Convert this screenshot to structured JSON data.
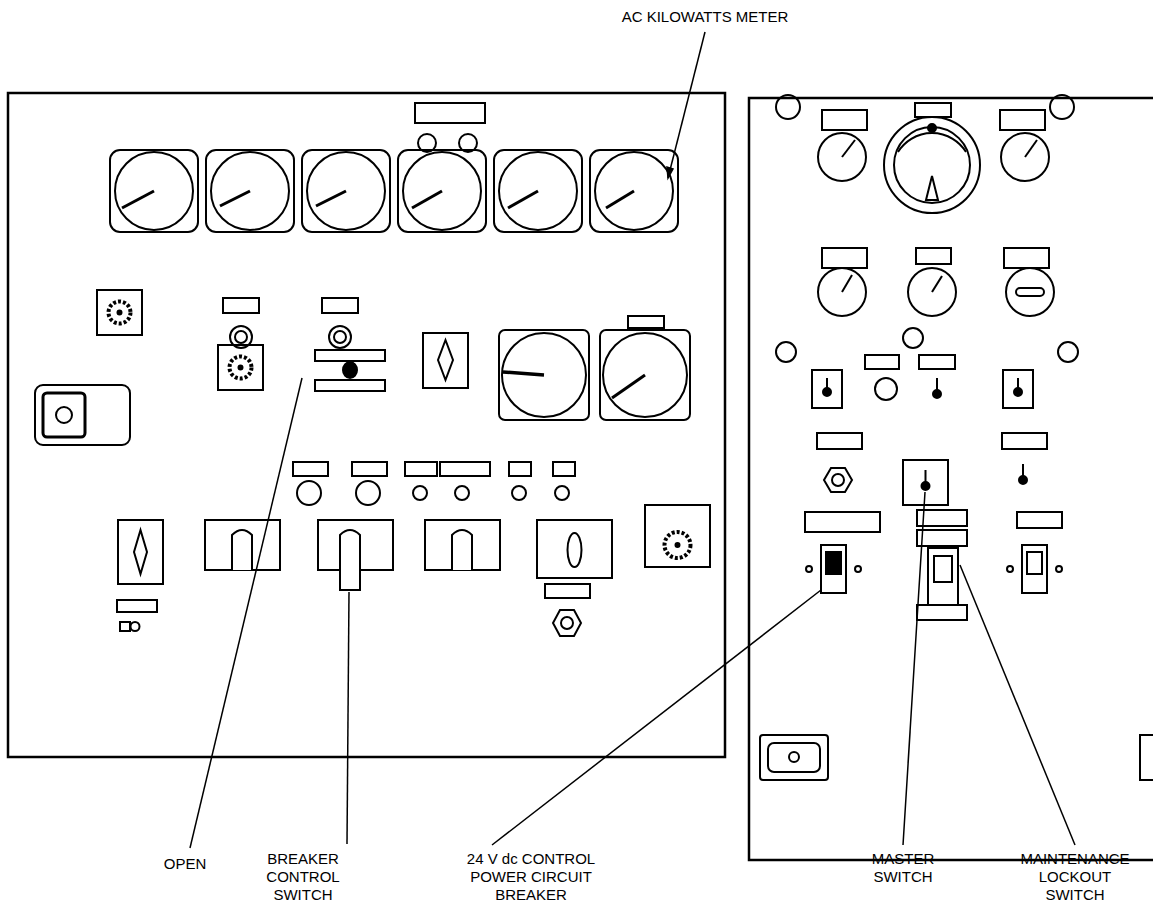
{
  "diagram": {
    "labels": [
      "AC KILOWATTS METER",
      "OPEN",
      "BREAKER CONTROL SWITCH",
      "24 V dc CONTROL POWER CIRCUIT BREAKER",
      "MASTER SWITCH",
      "MAINTENANCE LOCKOUT SWITCH"
    ]
  }
}
